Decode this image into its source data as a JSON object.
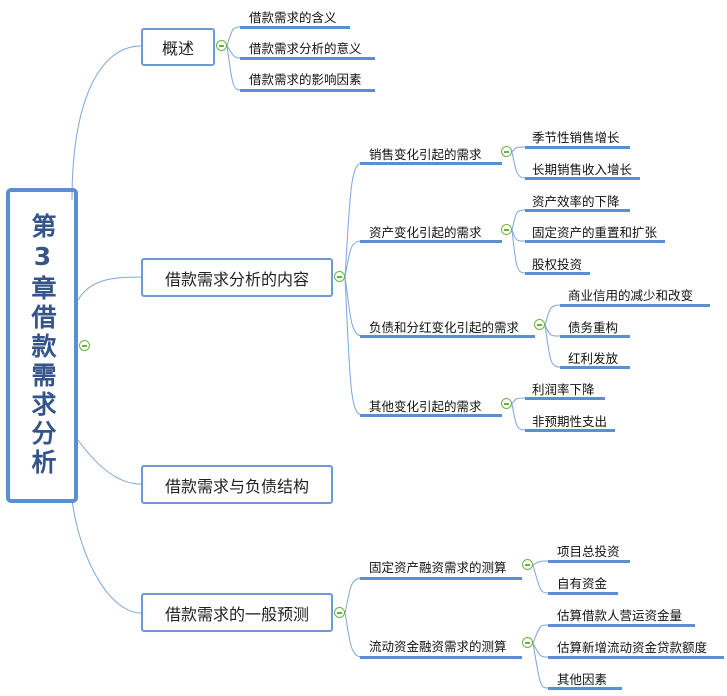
{
  "root": {
    "title": "第3章借款需求分析"
  },
  "branches": [
    {
      "label": "概述",
      "children": [
        "借款需求的含义",
        "借款需求分析的意义",
        "借款需求的影响因素"
      ]
    },
    {
      "label": "借款需求分析的内容",
      "children": [
        {
          "label": "销售变化引起的需求",
          "children": [
            "季节性销售增长",
            "长期销售收入增长"
          ]
        },
        {
          "label": "资产变化引起的需求",
          "children": [
            "资产效率的下降",
            "固定资产的重置和扩张",
            "股权投资"
          ]
        },
        {
          "label": "负债和分红变化引起的需求",
          "children": [
            "商业信用的减少和改变",
            "债务重构",
            "红利发放"
          ]
        },
        {
          "label": "其他变化引起的需求",
          "children": [
            "利润率下降",
            "非预期性支出"
          ]
        }
      ]
    },
    {
      "label": "借款需求与负债结构"
    },
    {
      "label": "借款需求的一般预测",
      "children": [
        {
          "label": "固定资产融资需求的测算",
          "children": [
            "项目总投资",
            "自有资金"
          ]
        },
        {
          "label": "流动资金融资需求的测算",
          "children": [
            "估算借款人营运资金量",
            "估算新增流动资金贷款额度",
            "其他因素"
          ]
        }
      ]
    }
  ]
}
